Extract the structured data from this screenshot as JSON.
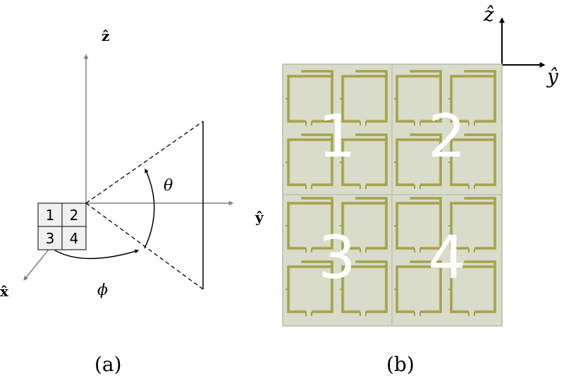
{
  "figure_a": {
    "caption": "(a)",
    "axis_labels": {
      "z": "ẑ",
      "x": "x̂"
    },
    "angle_labels": {
      "theta": "θ",
      "phi": "ϕ"
    },
    "element_numbers": [
      "1",
      "2",
      "3",
      "4"
    ]
  },
  "figure_b": {
    "caption": "(b)",
    "axis_labels": {
      "z": "ẑ",
      "y": "ŷ",
      "side_y": "ŷ"
    },
    "quadrant_numbers": [
      "1",
      "2",
      "3",
      "4"
    ],
    "colors": {
      "substrate": "#d9dccb",
      "trace": "#a4a24a",
      "trace_light": "#c8c488",
      "grid": "#b7baa8",
      "label": "#ffffff"
    }
  },
  "colors": {
    "axis_gray": "#808080",
    "line": "#000000"
  }
}
